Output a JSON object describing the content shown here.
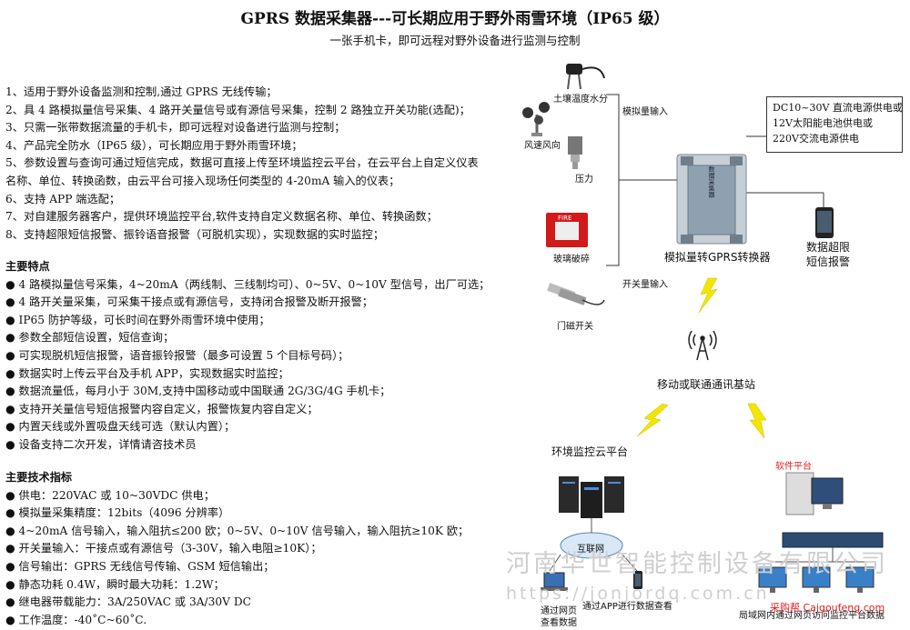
{
  "header": {
    "title": "GPRS  数据采集器---可长期应用于野外雨雪环境（IP65 级）",
    "subtitle": "一张手机卡，即可远程对野外设备进行监测与控制"
  },
  "intro": [
    "1、适用于野外设备监测和控制,通过  GPRS  无线传输；",
    "2、具 4 路模拟量信号采集、4  路开关量信号或有源信号采集，控制 2 路独立开关功能(选配)；",
    "3、只需一张带数据流量的手机卡，即可远程对设备进行监测与控制；",
    "4、产品完全防水（IP65 级），可长期应用于野外雨雪环境；",
    "5、参数设置与查询可通过短信完成，数据可直接上传至环境监控云平台，在云平台上自定义仪表",
    "名称、单位、转换函数，由云平台可接入现场任何类型的 4-20mA 输入的仪表；",
    "6、支持 APP 端选配；",
    "7、对自建服务器客户，提供环境监控平台,软件支持自定义数据名称、单位、转换函数；",
    "8、支持超限短信报警、振铃语音报警（可脱机实现），实现数据的实时监控；"
  ],
  "features": {
    "heading": "主要特点",
    "items": [
      "● 4 路模拟量信号采集，4~20mA（两线制、三线制均可）、0~5V、0~10V 型信号，出厂可选；",
      "● 4 路开关量采集，可采集干接点或有源信号，支持闭合报警及断开报警；",
      "● IP65 防护等级，可长时间在野外雨雪环境中使用；",
      "● 参数全部短信设置，短信查询；",
      "● 可实现脱机短信报警，语音振铃报警（最多可设置 5 个目标号码）；",
      "● 数据实时上传云平台及手机 APP，实现数据实时监控；",
      "● 数据流量低，每月小于 30M,支持中国移动或中国联通 2G/3G/4G 手机卡；",
      "● 支持开关量信号短信报警内容自定义，报警恢复内容自定义；",
      "● 内置天线或外置吸盘天线可选（默认内置）；",
      "● 设备支持二次开发，详情请咨技术员"
    ]
  },
  "specs": {
    "heading": "主要技术指标",
    "items": [
      "● 供电：220VAC 或 10~30VDC 供电；",
      "● 模拟量采集精度：12bits（4096 分辨率）",
      "● 4~20mA 信号输入，输入阻抗≤200  欧；0~5V、0~10V 信号输入，输入阻抗≥10K  欧；",
      "● 开关量输入：干接点或有源信号（3-30V，输入电阻≥10K）；",
      "● 信号输出：GPRS 无线信号传输、GSM 短信输出；",
      "● 静态功耗  0.4W，瞬时最大功耗：1.2W；",
      "● 继电器带载能力：3A/250VAC 或  3A/30V DC",
      "● 工作温度：-40˚C~60˚C."
    ]
  },
  "diagram": {
    "soil_sensor": "土壤温度水分",
    "analog_input": "模拟量输入",
    "wind_sensor": "风速风向",
    "pressure_sensor": "压力",
    "glass_break": "玻璃破碎",
    "fire_label": "FIRE",
    "switch_input": "开关量输入",
    "door_sensor": "门磁开关",
    "device_text": "数据采集器",
    "converter": "模拟量转GPRS转换器",
    "power_lines": [
      "DC10~30V 直流电源供电或",
      "12V太阳能电池供电或",
      "220V交流电源供电"
    ],
    "phone_alarm": [
      "数据超限",
      "短信报警"
    ],
    "base_station": "移动或联通通讯基站",
    "cloud_platform": "环境监控云平台",
    "software_platform": "软件平台",
    "internet": "互联网",
    "web_view": [
      "通过网页",
      "查看数据"
    ],
    "app_view": "通过APP进行数据查看",
    "lan_view": "局域网内通过网页访问监控平台数据"
  },
  "watermark": {
    "company": "河南华世智能控制设备有限公司",
    "url": "https://jonjordq.com.cn",
    "source": "采购帮 Caigoufeng.com"
  },
  "colors": {
    "accent_red": "#e02020",
    "bolt": "#f2e600",
    "device": "#b9c4cc"
  }
}
